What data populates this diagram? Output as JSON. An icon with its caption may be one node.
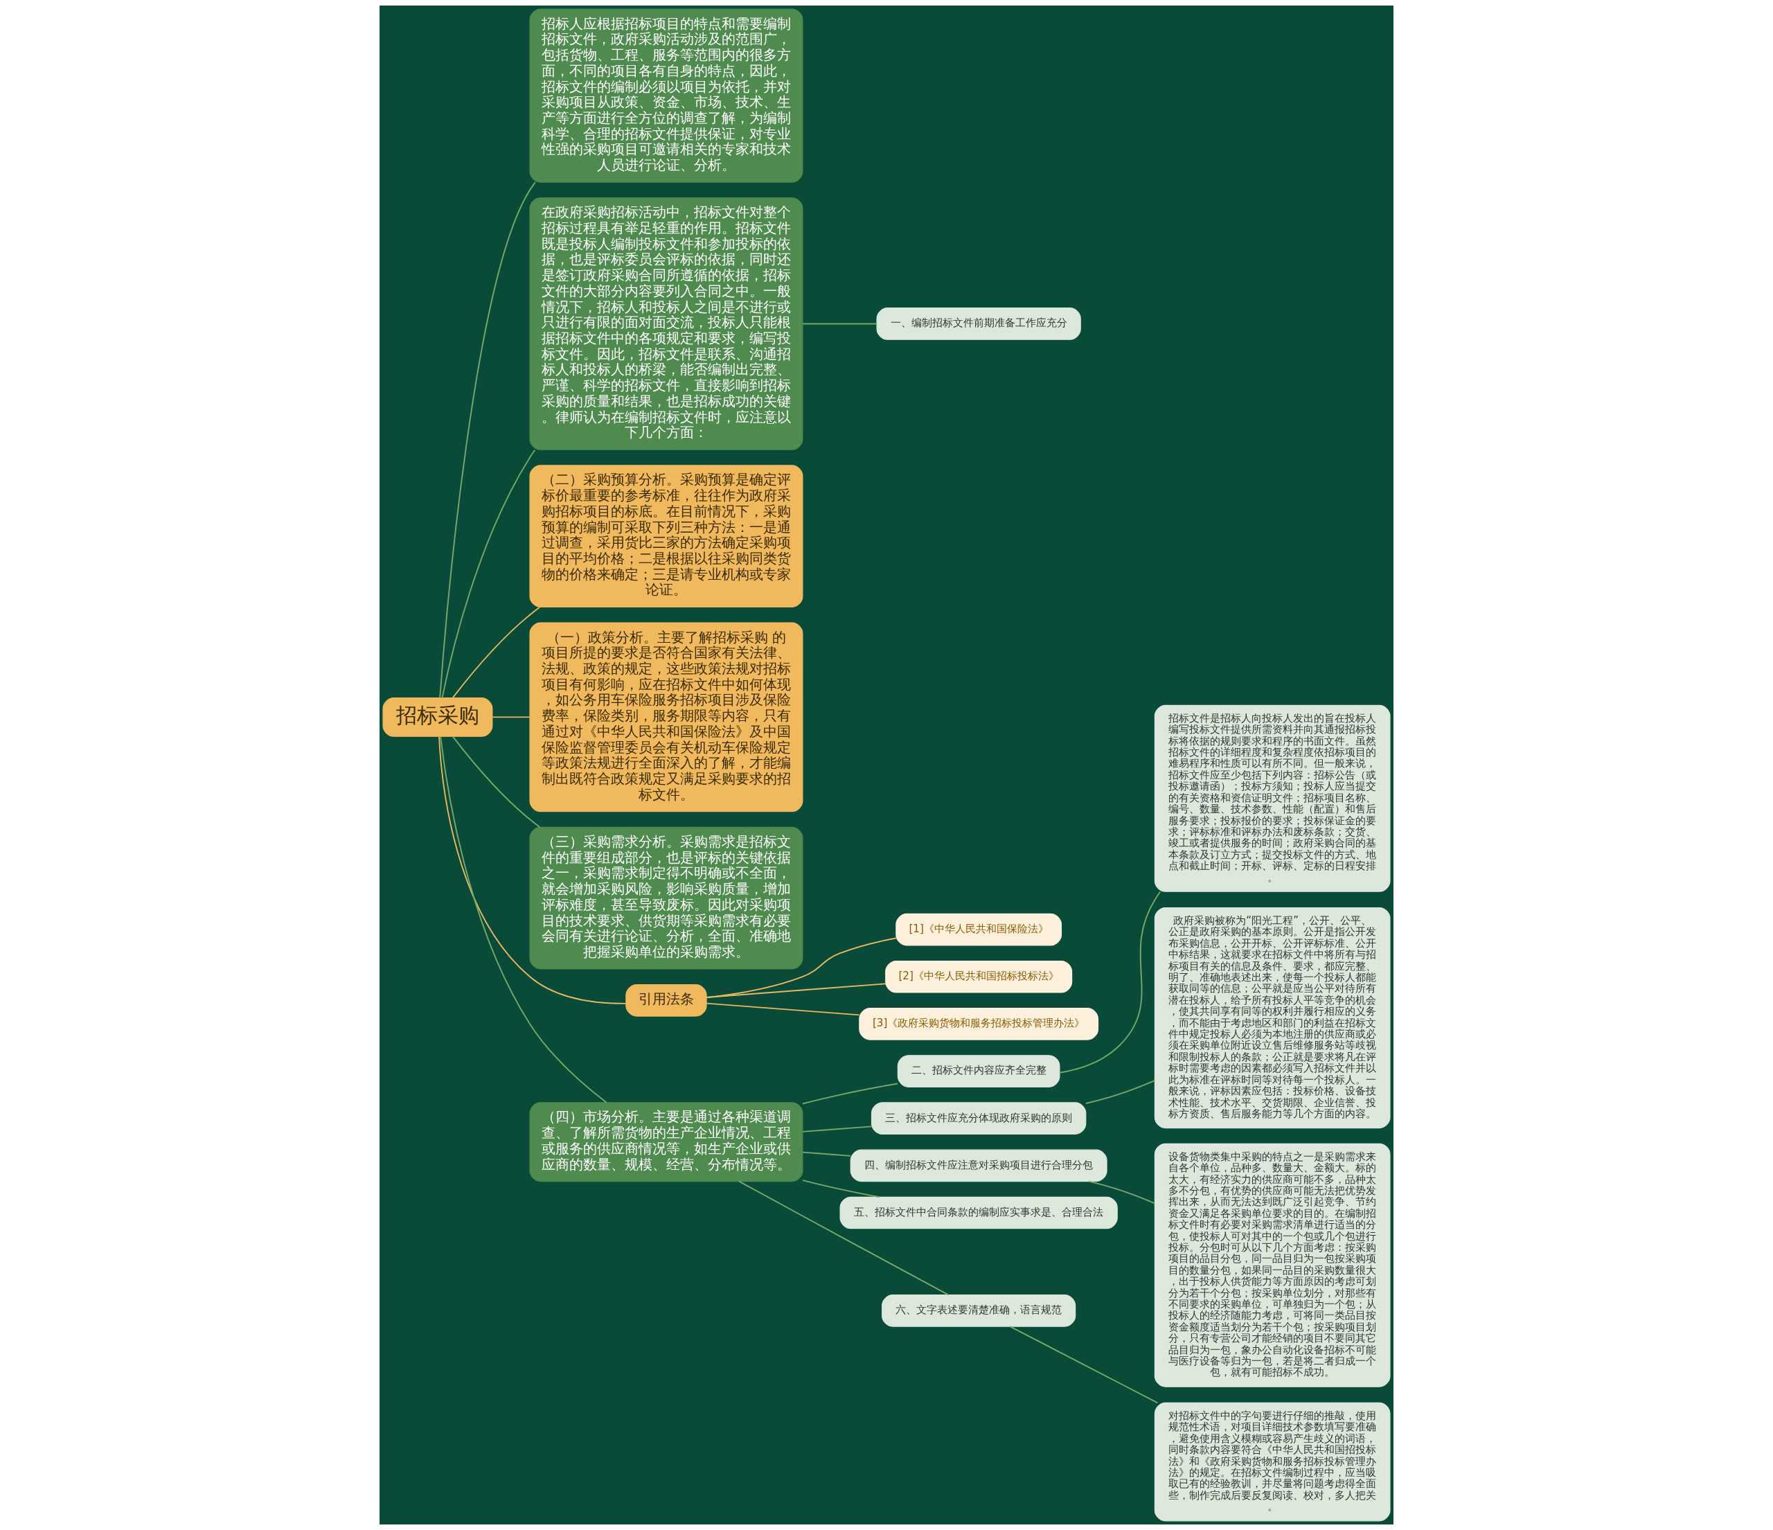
{
  "diagram": {
    "nodes": [
      {
        "text": [
          "招标采购"
        ]
      },
      {
        "text": [
          "招标人应根据招标项目的特点和需要编制招标文件，政府采购活动涉及的范围广，包括货物、工程、服务等范围内的很多方面，不同的项目各有自身的特点，因此，招标文件的编制必须以项目为依托，并对采购项目从政策、资金、市场、技术、生产等方面进行全方位的调查了解，为编制科学、合理的招标文件提供保证，对专业性强的采购项目可邀请相关的专家和技术人员进行论证、分析。"
        ]
      },
      {
        "text": [
          "在政府采购招标活动中，招标文件对整个招标过程具有举足轻重的作用。招标文件既是投标人编制投标文件和参加投标的依据，也是评标委员会评标的依据，同时还是签订政府采购合同所遵循的依据，招标文件的大部分内容要列入合同之中。一般情况下，招标人和投标人之间是不进行或只进行有限的面对面交流，投标人只能根据招标文件中的各项规定和要求，编写投标文件。因此，招标文件是联系、沟通招标人和投标人的桥梁，能否编制出完整、严谨、科学的招标文件，直接影响到招标采购的质量和结果，也是招标成功的关键。律师认为在编制招标文件时，应注意以下几个方面："
        ]
      },
      {
        "text": [
          "一、编制招标文件前期准备工作应充分"
        ]
      },
      {
        "text": [
          "（二）采购预算分析。采购预算是确定评标价最重要的参考标准，往往作为政府采购招标项目的标底。在目前情况下，采购预算的编制可采取下列三种方法：一是通过调查，采用货比三家的方法确定采购项目的平均价格；二是根据以往采购同类货物的价格来确定；三是请专业机构或专家论证。"
        ]
      },
      {
        "text": [
          "（一）政策分析。主要了解招标采购 的项目所提的要求是否符合国家有关法律、法规、政策的规定，这些政策法规对招标项目有何影响，应在招标文件中如何体现，如公务用车保险服务招标项目涉及保险费率，保险类别，服务期限等内容，只有通过对《中华人民共和国保险法》及中国保险监督管理委员会有关机动车保险规定等政策法规进行全面深入的了解，才能编制出既符合政策规定又满足采购要求的招标文件。"
        ]
      },
      {
        "text": [
          "（三）采购需求分析。采购需求是招标文件的重要组成部分，也是评标的关键依据之一，采购需求制定得不明确或不全面，就会增加采购风险，影响采购质量，增加评标难度，甚至导致废标。因此对采购项目的技术要求、供货期等采购需求有必要会同有关进行论证、分析，全面、准确地把握采购单位的采购需求。"
        ]
      },
      {
        "text": [
          "引用法条"
        ]
      },
      {
        "text": [
          "[1]《中华人民共和国保险法》"
        ]
      },
      {
        "text": [
          "[2]《中华人民共和国招标投标法》"
        ]
      },
      {
        "text": [
          "[3]《政府采购货物和服务招标投标管理办法》"
        ]
      },
      {
        "text": [
          "（四）市场分析。主要是通过各种渠道调查、了解所需货物的生产企业情况、工程或服务的供应商情况等，如生产企业或供应商的数量、规模、经营、分布情况等。"
        ]
      },
      {
        "text": [
          "二、招标文件内容应齐全完整"
        ]
      },
      {
        "text": [
          "招标文件是招标人向投标人发出的旨在投标人编写投标文件提供所需资料并向其通报招标投标将依据的规则要求和程序的书面文件。虽然招标文件的详细程度和复杂程度依招标项目的难易程序和性质可以有所不同。但一般来说，招标文件应至少包括下列内容：招标公告（或投标邀请函）；投标方须知；投标人应当提交的有关资格和资信证明文件；招标项目名称、编号、数量、技术参数、性能（配置）和售后服务要求；投标报价的要求；投标保证金的要求；评标标准和评标办法和废标条款；交货、竣工或者提供服务的时间；政府采购合同的基本条款及订立方式；提交投标文件的方式、地点和截止时间；开标、评标、定标的日程安排。"
        ]
      },
      {
        "text": [
          "三、招标文件应充分体现政府采购的原则"
        ]
      },
      {
        "text": [
          "政府采购被称为“阳光工程”，公开、公平、公正是政府采购的基本原则。公开是指公开发布采购信息，公开开标、公开评标标准、公开中标结果，这就要求在招标文件中将所有与招标项目有关的信息及条件、要求，都应完整、明了、准确地表述出来，使每一个投标人都能获取同等的信息；公平就是应当公平对待所有潜在投标人，给予所有投标人平等竞争的机会，使其共同享有同等的权利并履行相应的义务，而不能由于考虑地区和部门的利益在招标文件中规定投标人必须为本地注册的供应商或必须在采购单位附近设立售后维修服务站等歧视和限制投标人的条款；公正就是要求将凡在评标时需要考虑的因素都必须写入招标文件并以此为标准在评标时同等对待每一个投标人。一般来说，评标因素应包括：投标价格、设备技术性能、技术水平、交货期限、企业信誉、投标方资质、售后服务能力等几个方面的内容。"
        ]
      },
      {
        "text": [
          "四、编制招标文件应注意对采购项目进行合理分包"
        ]
      },
      {
        "text": [
          "设备货物类集中采购的特点之一是采购需求来自各个单位，品种多、数量大、金额大。标的太大，有经济实力的供应商可能不多，品种太多不分包，有优势的供应商可能无法把优势发挥出来，从而无法达到既广泛引起竞争、节约资金又满足各采购单位要求的目的。在编制招标文件时有必要对采购需求清单进行适当的分包，使投标人可对其中的一个包或几个包进行投标。分包时可从以下几个方面考虑：按采购项目的品目分包，同一品目归为一包按采购项目的数量分包，如果同一品目的采购数量很大，出于投标人供货能力等方面原因的考虑可划分为若干个分包；按采购单位划分，对那些有不同要求的采购单位，可单独归为一个包；从投标人的经济随能力考虑，可将同一类品目按资金额度适当划分为若干个包；按采购项目划分，只有专营公司才能经销的项目不要同其它品目归为一包，象办公自动化设备招标不可能与医疗设备等归为一包，若是将二者归成一个包，就有可能招标不成功。"
        ]
      },
      {
        "text": [
          "五、招标文件中合同条款的编制应实事求是、合理合法"
        ]
      },
      {
        "text": [
          "六、文字表述要清楚准确，语言规范"
        ]
      },
      {
        "text": [
          "对招标文件中的字句要进行仔细的推敲，使用规范性术语，对项目详细技术参数填写要准确，避免使用含义模糊或容易产生歧义的词语，同时条款内容要符合《中华人民共和国招投标法》和《政府采购货物和服务招标投标管理办法》的规定。在招标文件编制过程中，应当吸取已有的经验教训，并尽量将问题考虑得全面些，制作完成后要反复阅读、校对，多人把关。"
        ]
      }
    ],
    "edges": [
      {
        "from": 0,
        "to": 1,
        "arrow": "none"
      },
      {
        "from": 0,
        "to": 2,
        "arrow": "none"
      },
      {
        "from": 2,
        "to": 3,
        "arrow": "none"
      },
      {
        "from": 0,
        "to": 4,
        "arrow": "none",
        "color": "#e8b960"
      },
      {
        "from": 0,
        "to": 5,
        "arrow": "none",
        "color": "#e8b960"
      },
      {
        "from": 0,
        "to": 6,
        "arrow": "none"
      },
      {
        "from": 0,
        "to": 7,
        "arrow": "none",
        "color": "#e8b960"
      },
      {
        "from": 7,
        "to": 8,
        "arrow": "none",
        "color": "#e8b960"
      },
      {
        "from": 7,
        "to": 9,
        "arrow": "none",
        "color": "#e8b960"
      },
      {
        "from": 7,
        "to": 10,
        "arrow": "none",
        "color": "#e8b960"
      },
      {
        "from": 0,
        "to": 11,
        "arrow": "none"
      },
      {
        "from": 11,
        "to": 12,
        "arrow": "none"
      },
      {
        "from": 12,
        "to": 13,
        "arrow": "none"
      },
      {
        "from": 11,
        "to": 14,
        "arrow": "none"
      },
      {
        "from": 14,
        "to": 15,
        "arrow": "none"
      },
      {
        "from": 11,
        "to": 16,
        "arrow": "none"
      },
      {
        "from": 16,
        "to": 17,
        "arrow": "none"
      },
      {
        "from": 11,
        "to": 18,
        "arrow": "none"
      },
      {
        "from": 11,
        "to": 19,
        "arrow": "none"
      },
      {
        "from": 19,
        "to": 20,
        "arrow": "none"
      }
    ]
  }
}
